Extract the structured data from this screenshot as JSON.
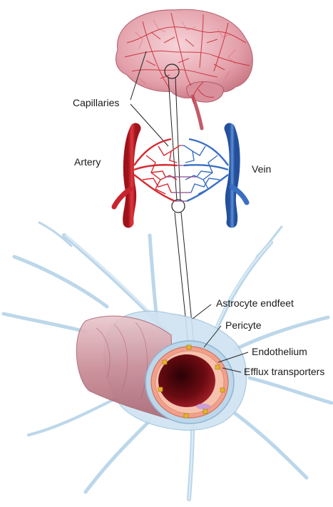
{
  "labels": {
    "capillaries": "Capillaries",
    "artery": "Artery",
    "vein": "Vein",
    "astrocyte_endfeet": "Astrocyte endfeet",
    "pericyte": "Pericyte",
    "endothelium": "Endothelium",
    "efflux_transporters": "Efflux transporters"
  },
  "colors": {
    "artery": "#d42a32",
    "vein": "#3a6fc2",
    "brain": "#e7a3ad",
    "astrocyte": "#bcd7ea",
    "pericyte": "#f2a08c",
    "lumen": "#5a0a10",
    "transporter": "#e6b42a"
  }
}
